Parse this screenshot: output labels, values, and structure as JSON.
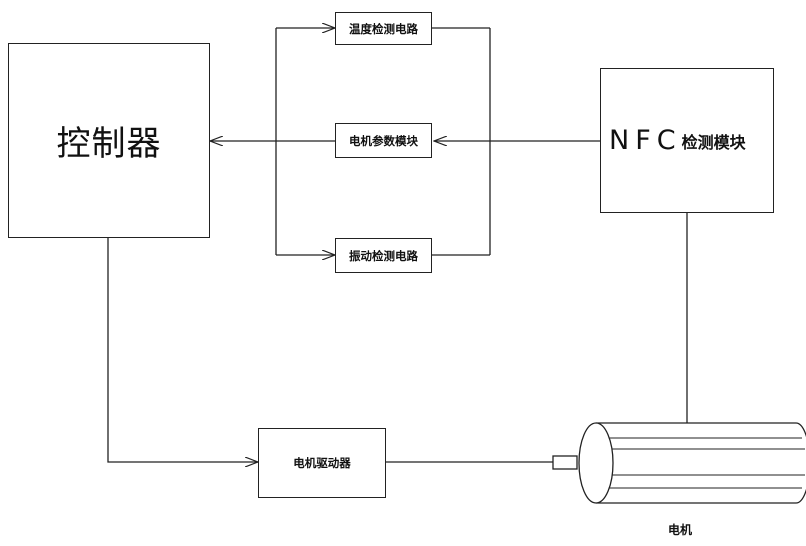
{
  "nodes": {
    "controller": "控制器",
    "temp_circuit": "温度检测电路",
    "motor_param_module": "电机参数模块",
    "vibration_circuit": "振动检测电路",
    "nfc_module_prefix": "NFC",
    "nfc_module_suffix": "检测模块",
    "motor_driver": "电机驱动器",
    "motor": "电机"
  },
  "colors": {
    "line": "#222222",
    "background": "#ffffff"
  }
}
